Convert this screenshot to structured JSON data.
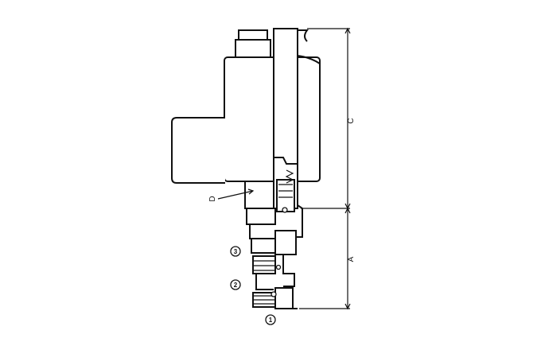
{
  "dimensions": {
    "c_label": "C",
    "a_label": "A",
    "d_label": "D"
  },
  "ports": [
    {
      "label": "1"
    },
    {
      "label": "2"
    },
    {
      "label": "3"
    }
  ]
}
